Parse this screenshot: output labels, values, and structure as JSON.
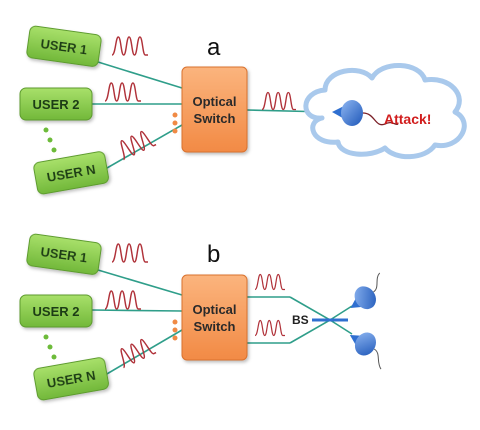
{
  "panels": [
    {
      "label": "a",
      "users": [
        "USER 1",
        "USER 2",
        "USER N"
      ],
      "switch_label": [
        "Optical",
        "Switch"
      ],
      "attack_label": "Attack!"
    },
    {
      "label": "b",
      "users": [
        "USER 1",
        "USER 2",
        "USER N"
      ],
      "switch_label": [
        "Optical",
        "Switch"
      ],
      "bs_label": "BS"
    }
  ],
  "colors": {
    "user_box": "#8fd14f",
    "switch_box": "#f79a5b",
    "link": "#2f9e8a",
    "pulse": "#b0323a",
    "detector": "#2f6fd0",
    "attack_text": "#d11d1d"
  }
}
